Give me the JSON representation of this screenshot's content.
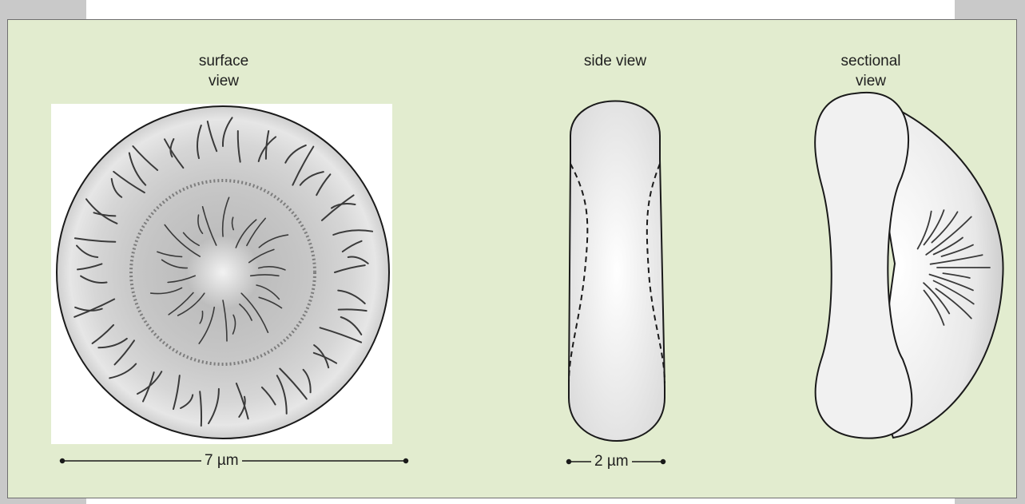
{
  "figure": {
    "background": "#e2eccf",
    "views": [
      {
        "id": "surface",
        "label_line1": "surface",
        "label_line2": "view"
      },
      {
        "id": "side",
        "label_line1": "side view",
        "label_line2": ""
      },
      {
        "id": "sectional",
        "label_line1": "sectional",
        "label_line2": "view"
      }
    ],
    "scale_bars": {
      "surface": "7 µm",
      "side": "2 µm"
    }
  }
}
